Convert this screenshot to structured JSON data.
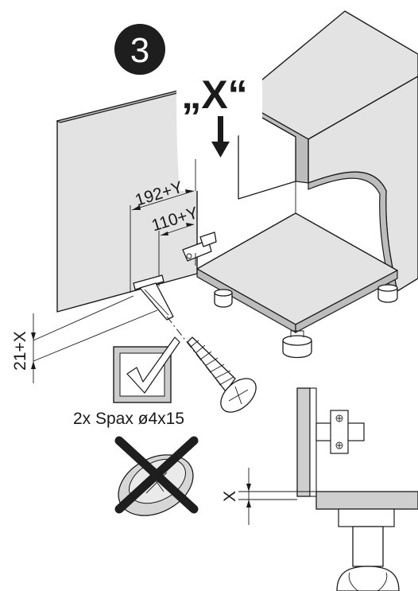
{
  "step": {
    "number": "3"
  },
  "label_x_quote": "„X“",
  "dims": {
    "d1": "192+Y",
    "d2": "110+Y",
    "d3": "21+X",
    "detail": "X"
  },
  "screw_text": "2x Spax ø4x15",
  "icons": [
    "step-circle",
    "arrow-down-icon",
    "check-icon",
    "screw-icon",
    "cross-icon",
    "hinge-icon"
  ],
  "colors": {
    "ink": "#1a1a1a",
    "panel": "#e3e3e3",
    "edge": "#bdbdbd"
  }
}
